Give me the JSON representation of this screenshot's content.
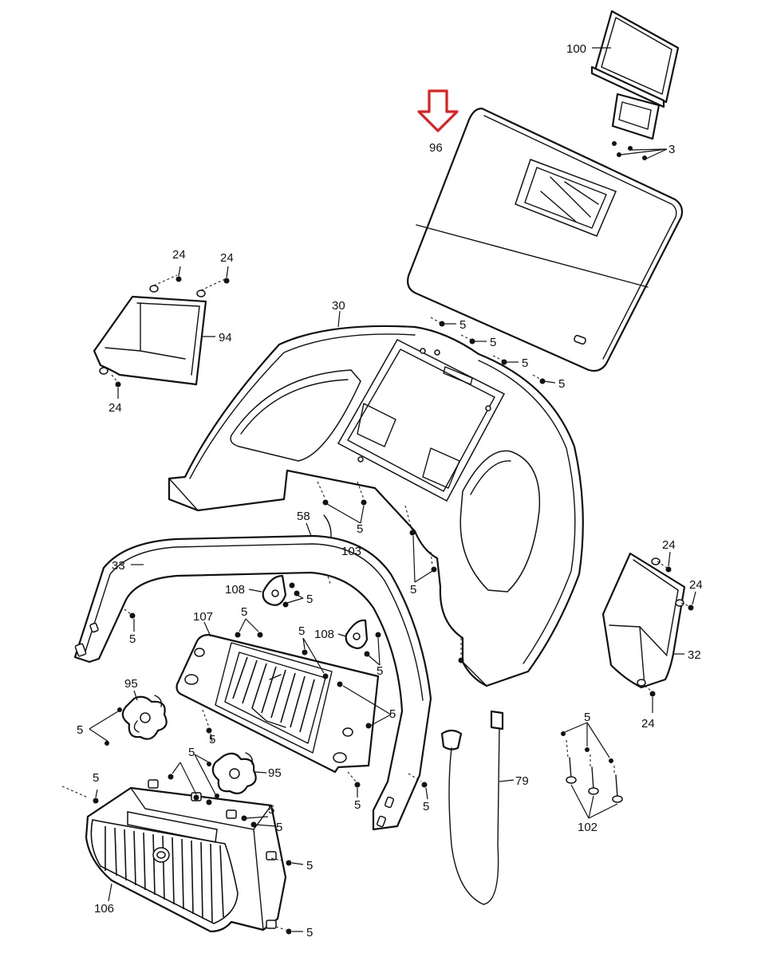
{
  "diagram": {
    "type": "exploded-parts-diagram",
    "highlight_color": "#e02020",
    "line_color": "#111111",
    "highlighted_part": "96",
    "callouts": {
      "p100": "100",
      "p96": "96",
      "p3": "3",
      "p24a": "24",
      "p24b": "24",
      "p94": "94",
      "p24c": "24",
      "p30": "30",
      "p5a": "5",
      "p5b": "5",
      "p5c": "5",
      "p5d": "5",
      "p5e": "5",
      "p58": "58",
      "p103": "103",
      "p33": "33",
      "p5f": "5",
      "p108a": "108",
      "p5g": "5",
      "p107": "107",
      "p5h": "5",
      "p5i": "5",
      "p108b": "108",
      "p5j": "5",
      "p5k": "5",
      "p24d": "24",
      "p24e": "24",
      "p32": "32",
      "p24f": "24",
      "p95a": "95",
      "p5l": "5",
      "p5m": "5",
      "p5n": "5",
      "p5o": "5",
      "p95b": "95",
      "p5p": "5",
      "p5q": "5",
      "p5r": "5",
      "p5s": "5",
      "p5t": "5",
      "p5u": "5",
      "p79": "79",
      "p5v": "5",
      "p102": "102",
      "p106": "106",
      "p5w": "5"
    }
  }
}
